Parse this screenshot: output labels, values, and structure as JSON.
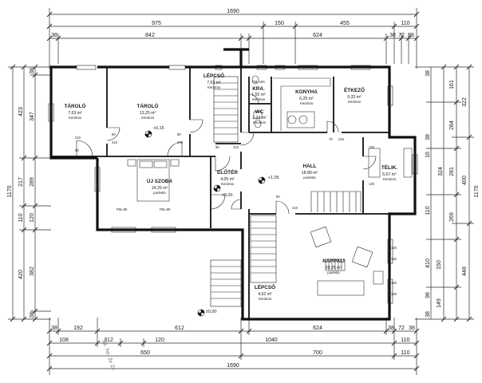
{
  "dimensions": {
    "top": {
      "row1": [
        "1690"
      ],
      "row2": [
        "975",
        "150",
        "455",
        "110"
      ],
      "row3": [
        "38",
        "842",
        "624",
        "38",
        "72",
        "38"
      ]
    },
    "bottom": {
      "row1": [
        "38",
        "192",
        "612",
        "624",
        "38",
        "72",
        "38"
      ],
      "row2": [
        "108",
        "312",
        "120",
        "1040",
        "110"
      ],
      "row3": [
        "650",
        "700",
        "110"
      ],
      "row4": [
        "1690"
      ]
    },
    "left": {
      "overall": "1170",
      "outer": [
        "423",
        "217",
        "110",
        "420"
      ],
      "inner": [
        "38",
        "347",
        "289",
        "120",
        "382",
        "38"
      ]
    },
    "right": {
      "overall": "1170",
      "outer": [
        "322",
        "400",
        "448"
      ],
      "inner": [
        "161",
        "284",
        "281",
        "324",
        "269",
        "150",
        "149"
      ],
      "wall": [
        "38",
        "38",
        "16",
        "110",
        "410",
        "98",
        "38"
      ]
    }
  },
  "rooms": [
    {
      "name": "TÁROLÓ",
      "area": "7,63 m²",
      "floor": "Kerámia"
    },
    {
      "name": "TÁROLÓ",
      "area": "13,25 m²",
      "floor": "Kerámia"
    },
    {
      "name": "LÉPCSŐ",
      "area": "7,63 m²",
      "floor": "Kerámia"
    },
    {
      "name": "KRA.",
      "area": "1,55 m²",
      "floor": "Kerámia"
    },
    {
      "name": "WC",
      "area": "1,23 m²",
      "floor": "Kerámia"
    },
    {
      "name": "KONYHA",
      "area": "6,25 m²",
      "floor": "Kerámia"
    },
    {
      "name": "ÉTKEZŐ",
      "area": "9,33 m²",
      "floor": "Kerámia"
    },
    {
      "name": "ÚJ SZOBA",
      "area": "14,25 m²",
      "floor": "parketta"
    },
    {
      "name": "ELŐTÉR",
      "area": "4,05 m²",
      "floor": "Kerámia"
    },
    {
      "name": "HALL",
      "area": "18,89 m²",
      "floor": "parketta"
    },
    {
      "name": "TÉLIK.",
      "area": "5,67 m²",
      "floor": "Kerámia"
    },
    {
      "name": "NAPPALI",
      "area": "20,25 m²",
      "floor": "parketta"
    },
    {
      "name": "LÉPCSŐ",
      "area": "4,62 m²",
      "floor": "Kerámia"
    }
  ],
  "levels": {
    "storage": "+0,15",
    "anteroom": "±0,00",
    "hall": "+1,05",
    "entry": "±0,00"
  },
  "openings": [
    "90",
    "210",
    "90",
    "210",
    "90",
    "210",
    "90",
    "210",
    "75",
    "210",
    "120",
    "120",
    "120",
    "120",
    "120",
    "120",
    "90",
    "210",
    "PM=90",
    "PM=90",
    "PM=100"
  ],
  "notes": {
    "margin_handwriting": "Sz. ho. 2x 2x"
  }
}
